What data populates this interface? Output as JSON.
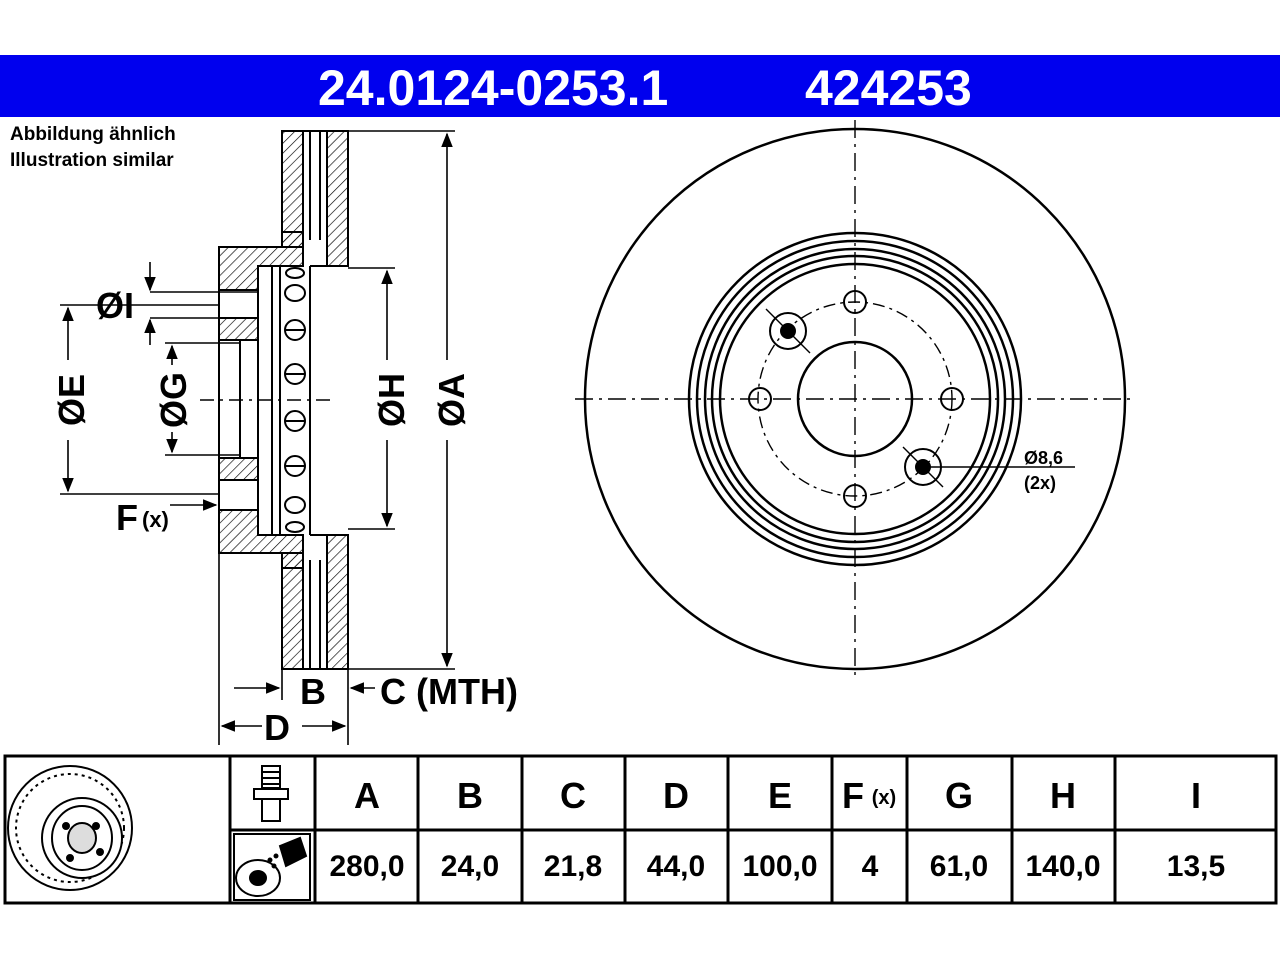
{
  "header": {
    "part_number": "24.0124-0253.1",
    "reference_number": "424253"
  },
  "caption": {
    "line_de": "Abbildung ähnlich",
    "line_en": "Illustration similar"
  },
  "section_labels": {
    "dia_i": "ØI",
    "dia_e": "ØE",
    "dia_g": "ØG",
    "dia_h": "ØH",
    "dia_a": "ØA",
    "f": "F",
    "f_sub": "(x)",
    "b": "B",
    "c": "C (MTH)",
    "d": "D"
  },
  "front_view": {
    "hole_diameter": "Ø8,6",
    "hole_count": "(2x)"
  },
  "table": {
    "headers": [
      "A",
      "B",
      "C",
      "D",
      "E",
      "F",
      "G",
      "H",
      "I"
    ],
    "f_sub": "(x)",
    "values": [
      "280,0",
      "24,0",
      "21,8",
      "44,0",
      "100,0",
      "4",
      "61,0",
      "140,0",
      "13,5"
    ]
  },
  "colors": {
    "header_bg": "#0000ee",
    "header_text": "#ffffff",
    "lines": "#000000"
  }
}
